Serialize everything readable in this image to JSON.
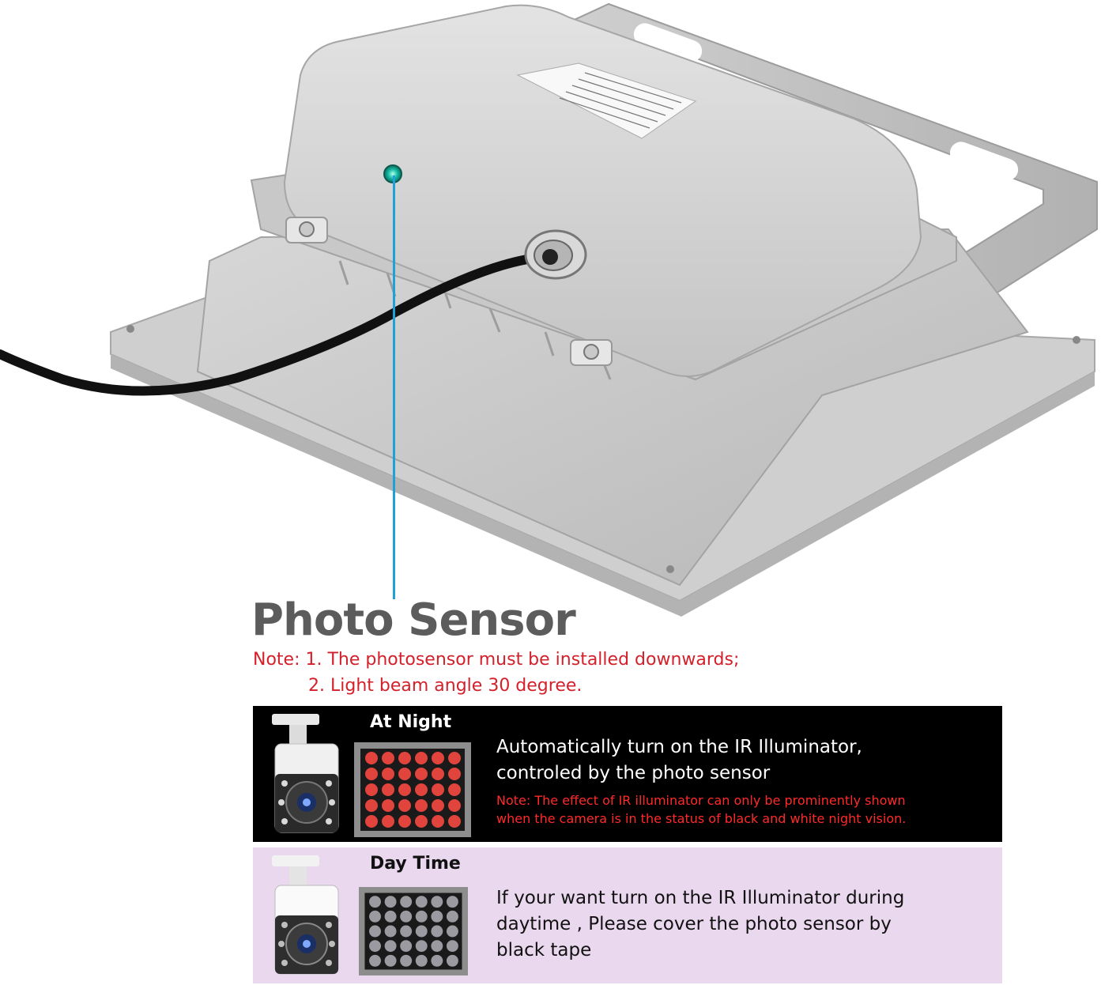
{
  "header": {
    "title": "Photo Sensor",
    "note_line1": "Note: 1. The photosensor must be installed downwards;",
    "note_line2": "2. Light beam angle 30 degree."
  },
  "night_panel": {
    "label": "At Night",
    "headline_line1": "Automatically turn on the IR Illuminator,",
    "headline_line2": "controled by the photo sensor",
    "note_line1": "Note: The effect of IR illuminator can only be prominently shown",
    "note_line2": "when the camera is in the status of black and white night vision."
  },
  "day_panel": {
    "label": "Day Time",
    "line1": "If your want turn on the IR Illuminator during",
    "line2": "daytime , Please cover the photo sensor by",
    "line3": "black tape"
  },
  "colors": {
    "callout": "#1fa0d8",
    "title": "#5c5c5c",
    "note_red": "#d3202a",
    "night_bg": "#000000",
    "day_bg": "#ead8ee",
    "led_on": "#e0443c",
    "led_off": "#9a9aa0"
  },
  "icons": [
    "photo-sensor-icon",
    "security-camera-icon",
    "ir-led-array-icon"
  ]
}
